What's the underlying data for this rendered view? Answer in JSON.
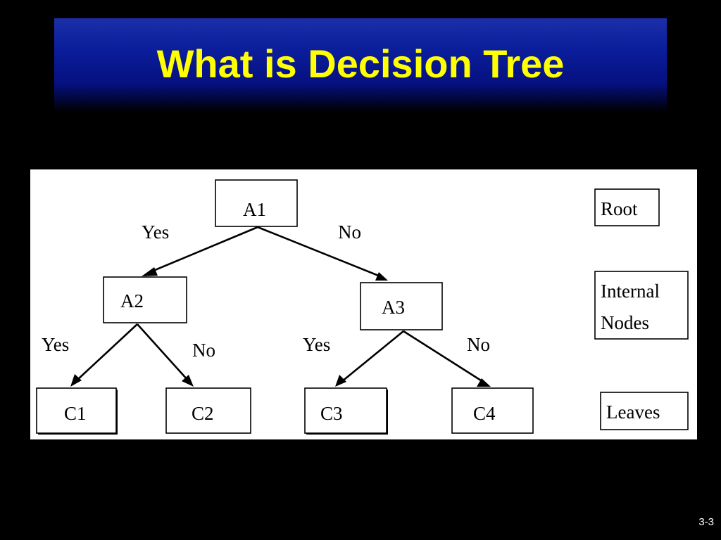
{
  "slide": {
    "title": "What is Decision Tree",
    "page_number": "3-3"
  },
  "tree": {
    "nodes": {
      "a1": "A1",
      "a2": "A2",
      "a3": "A3",
      "c1": "C1",
      "c2": "C2",
      "c3": "C3",
      "c4": "C4"
    },
    "edges": {
      "a1_a2": "Yes",
      "a1_a3": "No",
      "a2_c1": "Yes",
      "a2_c2": "No",
      "a3_c3": "Yes",
      "a3_c4": "No"
    }
  },
  "legend": {
    "root": "Root",
    "internal_line1": "Internal",
    "internal_line2": "Nodes",
    "leaves": "Leaves"
  }
}
